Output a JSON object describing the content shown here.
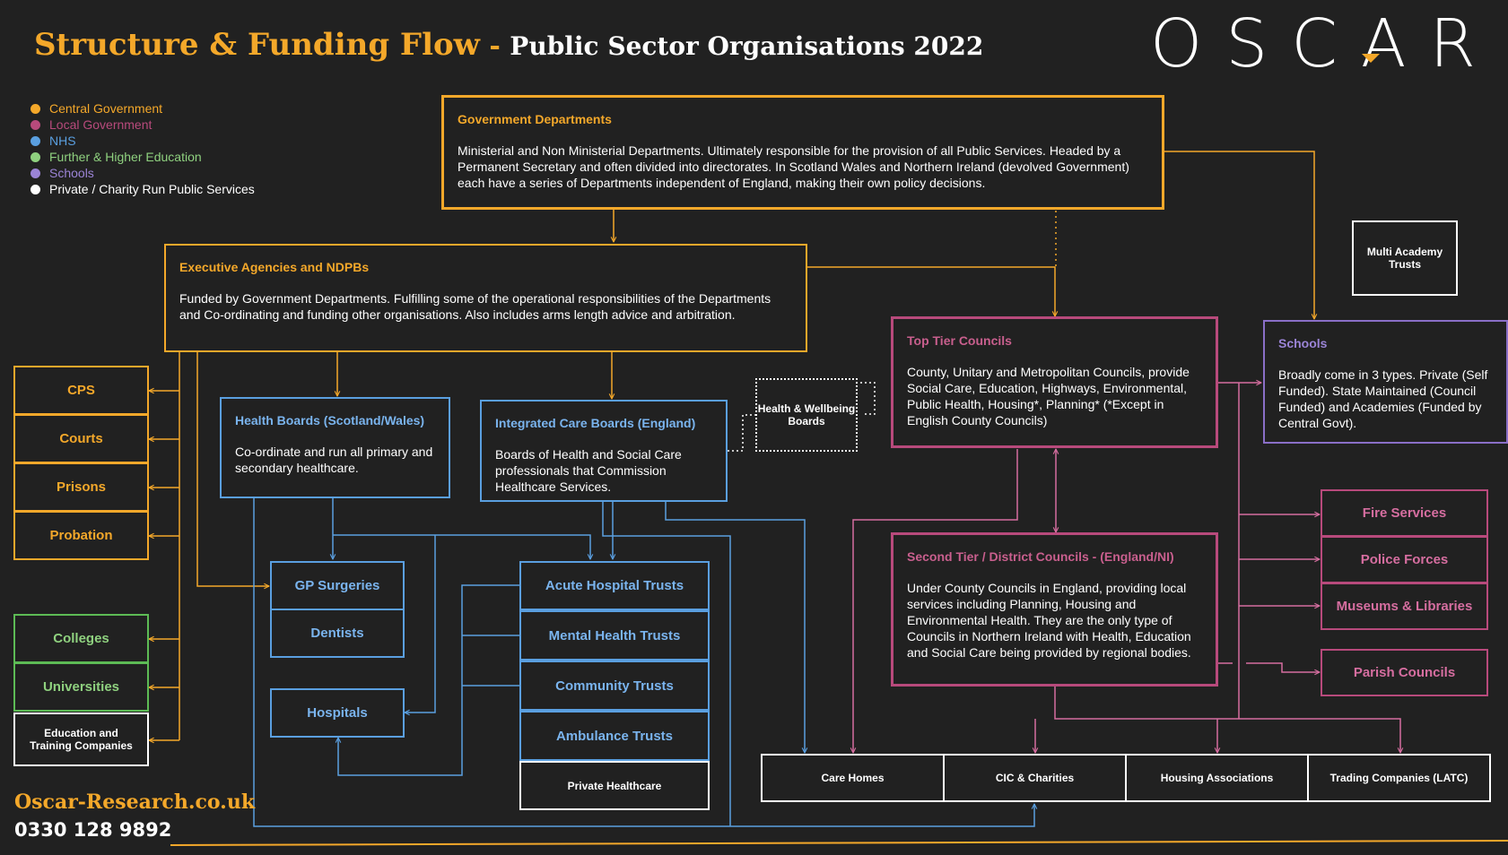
{
  "header": {
    "title_main": "Structure & Funding Flow",
    "title_sep": " - ",
    "title_sub": "Public Sector Organisations 2022",
    "logo": "OSCAR"
  },
  "legend": [
    {
      "label": "Central Government",
      "color": "#f4a82a"
    },
    {
      "label": "Local Government",
      "color": "#b84a7c"
    },
    {
      "label": "NHS",
      "color": "#5a9fe0"
    },
    {
      "label": "Further & Higher  Education",
      "color": "#8fd17f"
    },
    {
      "label": "Schools",
      "color": "#9b84d6"
    },
    {
      "label": "Private / Charity Run Public Services",
      "color": "#ffffff"
    }
  ],
  "boxes": {
    "gov_depts": {
      "title": "Government Departments",
      "text": "Ministerial and Non Ministerial Departments. Ultimately responsible for the provision of all Public Services. Headed by a Permanent Secretary and often divided into directorates. In Scotland Wales and Northern Ireland (devolved Government) each have a series of Departments independent of England, making their own policy decisions."
    },
    "exec_agencies": {
      "title": "Executive Agencies and NDPBs",
      "text": "Funded by Government Departments. Fulfilling some of the operational responsibilities of the Departments and Co-ordinating and funding other organisations. Also includes arms length advice and arbitration."
    },
    "health_boards": {
      "title": "Health Boards (Scotland/Wales)",
      "text": "Co-ordinate and run all primary and secondary healthcare."
    },
    "icb": {
      "title": "Integrated Care Boards (England)",
      "text": "Boards of Health and Social Care professionals that Commission Healthcare Services."
    },
    "hwb": {
      "label": "Health & Wellbeing Boards"
    },
    "top_tier": {
      "title": "Top Tier Councils",
      "text": "County, Unitary and Metropolitan Councils, provide Social Care,  Education, Highways, Environmental, Public Health, Housing*, Planning* (*Except in English County Councils)"
    },
    "second_tier": {
      "title": "Second Tier / District Councils - (England/NI)",
      "text": "Under County Councils in England, providing local services including Planning, Housing and Environmental Health. They are the only type of Councils in Northern Ireland with Health, Education and Social Care being provided by regional bodies."
    },
    "mat": {
      "label": "Multi Academy Trusts"
    },
    "schools": {
      "title": "Schools",
      "text": "Broadly come in 3 types. Private (Self Funded). State Maintained (Council Funded) and Academies (Funded by Central Govt)."
    },
    "cps": {
      "label": "CPS"
    },
    "courts": {
      "label": "Courts"
    },
    "prisons": {
      "label": "Prisons"
    },
    "probation": {
      "label": "Probation"
    },
    "colleges": {
      "label": "Colleges"
    },
    "universities": {
      "label": "Universities"
    },
    "etc": {
      "label": "Education and Training Companies"
    },
    "gp": {
      "label": "GP Surgeries"
    },
    "dentists": {
      "label": "Dentists"
    },
    "hospitals": {
      "label": "Hospitals"
    },
    "acute": {
      "label": "Acute Hospital Trusts"
    },
    "mental": {
      "label": "Mental Health Trusts"
    },
    "community": {
      "label": "Community Trusts"
    },
    "ambulance": {
      "label": "Ambulance Trusts"
    },
    "private_hc": {
      "label": "Private Healthcare"
    },
    "fire": {
      "label": "Fire Services"
    },
    "police": {
      "label": "Police Forces"
    },
    "museums": {
      "label": "Museums & Libraries"
    },
    "parish": {
      "label": "Parish Councils"
    },
    "care_homes": {
      "label": "Care Homes"
    },
    "cic": {
      "label": "CIC & Charities"
    },
    "housing": {
      "label": "Housing Associations"
    },
    "trading": {
      "label": "Trading Companies (LATC)"
    }
  },
  "footer": {
    "website": "Oscar-Research.co.uk",
    "phone": "0330 128 9892"
  }
}
